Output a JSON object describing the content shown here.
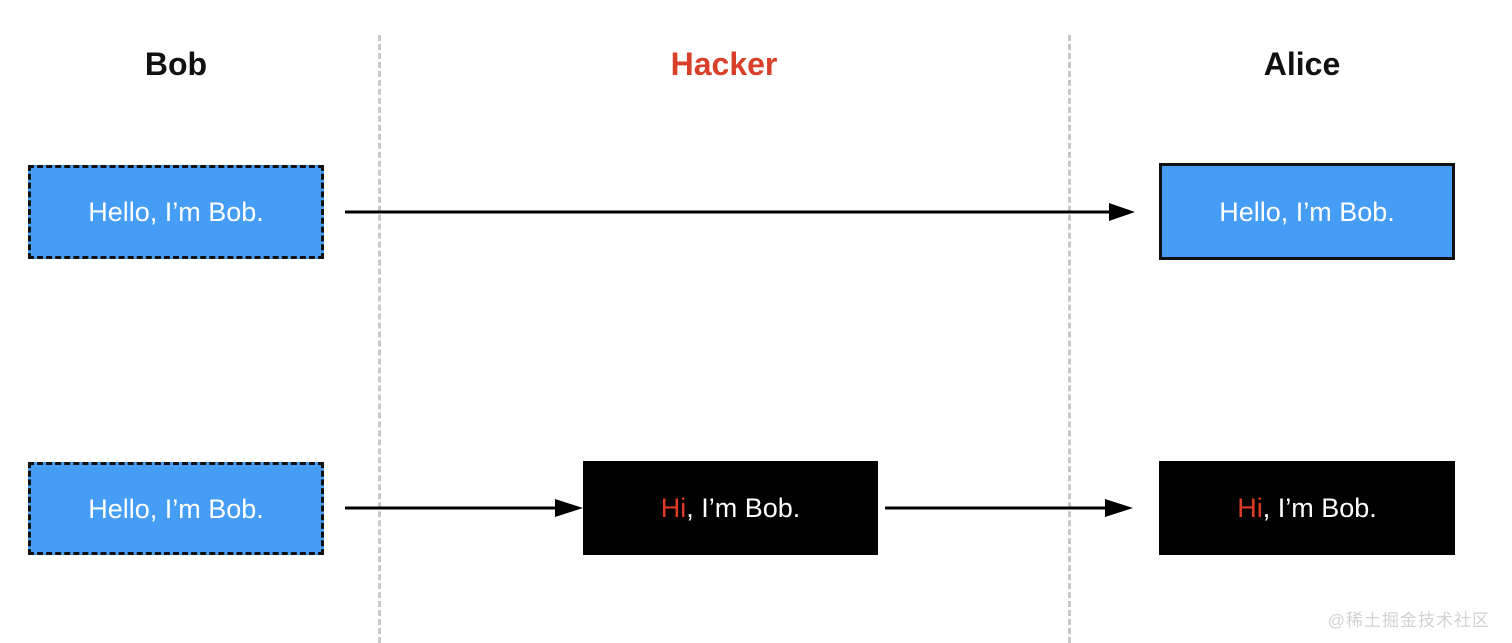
{
  "diagram": {
    "type": "sequence-flow",
    "background_color": "#ffffff",
    "columns": [
      {
        "key": "bob",
        "label": "Bob",
        "color": "#111111"
      },
      {
        "key": "hacker",
        "label": "Hacker",
        "color": "#d9402a"
      },
      {
        "key": "alice",
        "label": "Alice",
        "color": "#111111"
      }
    ],
    "palette": {
      "blue": "#459df5",
      "black": "#000000",
      "red": "#d9402a",
      "highlight_red": "#e03a24",
      "divider_gray": "#c9c9c9",
      "white": "#ffffff"
    },
    "rows": [
      {
        "id": "row-1",
        "description": "Bob sends an unmodified message directly to Alice",
        "boxes": {
          "bob": {
            "text": "Hello, I’m Bob.",
            "style": "blue-dashed"
          },
          "alice": {
            "text": "Hello, I’m Bob.",
            "style": "blue-solid"
          }
        },
        "arrows": [
          {
            "from": "bob",
            "to": "alice"
          }
        ]
      },
      {
        "id": "row-2",
        "description": "Bob's message is intercepted and altered by the Hacker before reaching Alice",
        "boxes": {
          "bob": {
            "text": "Hello, I’m Bob.",
            "style": "blue-dashed"
          },
          "hacker": {
            "highlight": "Hi",
            "rest": ", I’m Bob.",
            "style": "black"
          },
          "alice": {
            "highlight": "Hi",
            "rest": ", I’m Bob.",
            "style": "black"
          }
        },
        "arrows": [
          {
            "from": "bob",
            "to": "hacker"
          },
          {
            "from": "hacker",
            "to": "alice"
          }
        ]
      }
    ],
    "watermark": "@稀土掘金技术社区"
  }
}
